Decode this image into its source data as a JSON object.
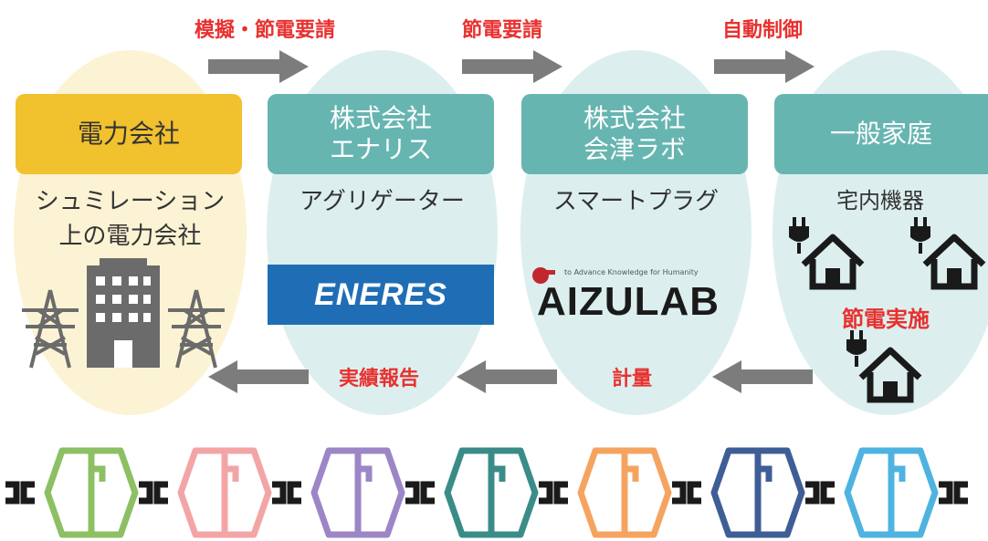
{
  "top_arrows": [
    {
      "label": "模擬・節電要請"
    },
    {
      "label": "節電要請"
    },
    {
      "label": "自動制御"
    }
  ],
  "bottom_arrows": [
    {
      "label": "実績報告"
    },
    {
      "label": "計量"
    }
  ],
  "entities": [
    {
      "title_lines": [
        "電力会社"
      ],
      "sub_lines": [
        "シュミレーション",
        "上の電力会社"
      ],
      "box_color": "#f1c12e",
      "text_color": "#333333",
      "oval_color": "#fcf3d4"
    },
    {
      "title_lines": [
        "株式会社",
        "エナリス"
      ],
      "sub_lines": [
        "アグリゲーター"
      ],
      "box_color": "#67b5b1",
      "text_color": "#ffffff",
      "oval_color": "#dcefee"
    },
    {
      "title_lines": [
        "株式会社",
        "会津ラボ"
      ],
      "sub_lines": [
        "スマートプラグ"
      ],
      "box_color": "#67b5b1",
      "text_color": "#ffffff",
      "oval_color": "#dcefee"
    },
    {
      "title_lines": [
        "一般家庭"
      ],
      "sub_lines": [
        "宅内機器"
      ],
      "box_color": "#67b5b1",
      "text_color": "#ffffff",
      "oval_color": "#dcefee"
    }
  ],
  "household_action": "節電実施",
  "logos": {
    "eneres": "ENERES",
    "aizulab": "AIZULAB",
    "aizulab_tagline": "to Advance Knowledge for Humanity"
  },
  "colors": {
    "arrow_gray": "#7c7c7c",
    "accent_red": "#e8312f",
    "icon_gray": "#6b6b6b",
    "eneres_bg": "#1f6eb5"
  },
  "chain_colors": [
    "#8cc063",
    "#f3a5a5",
    "#9c86c6",
    "#3a8c88",
    "#f5a460",
    "#3f5e96",
    "#4eb3e0"
  ]
}
